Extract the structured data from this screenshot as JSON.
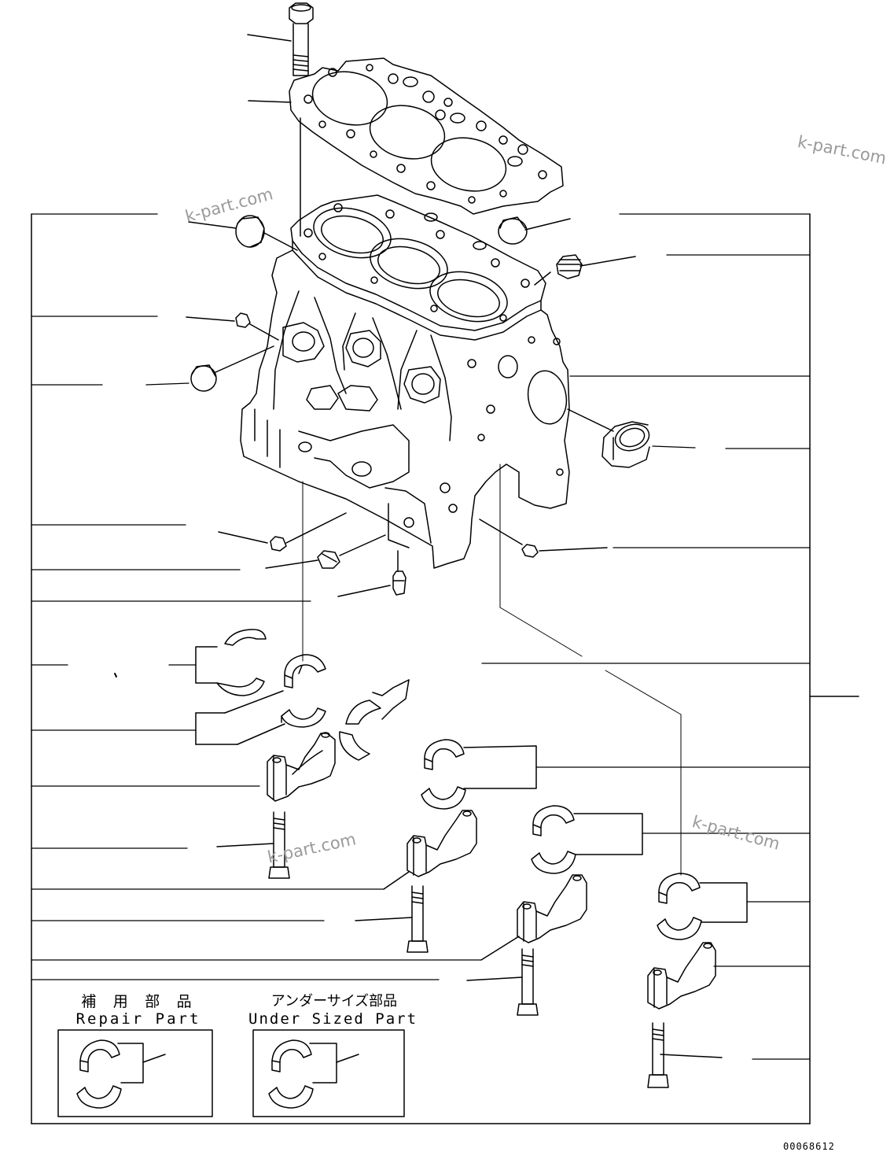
{
  "watermarks": [
    "k-part.com",
    "k-part.com",
    "k-part.com",
    "k-part.com"
  ],
  "inset_repair": {
    "jp_label": "補 用 部 品",
    "en_label": "Repair Part"
  },
  "inset_undersize": {
    "jp_label": "アンダーサイズ部品",
    "en_label": "Under Sized Part"
  },
  "drawing_code": "00068612",
  "colors": {
    "line": "#000000",
    "watermark": "#9a9a9a",
    "background": "#ffffff"
  }
}
